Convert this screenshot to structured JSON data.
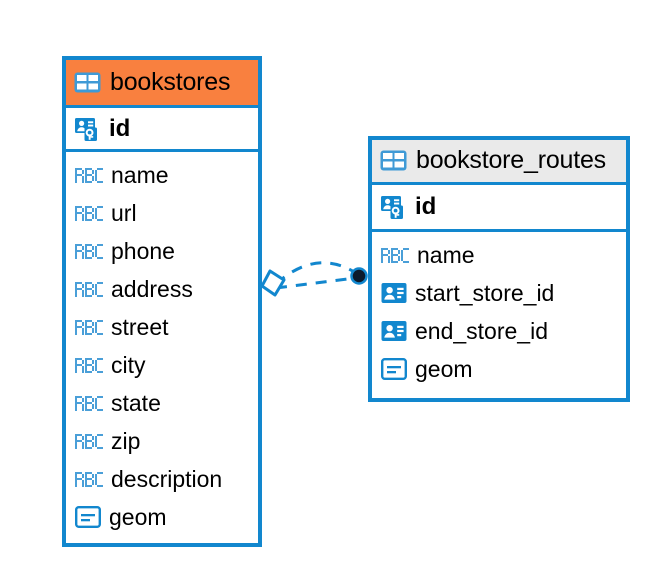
{
  "diagram": {
    "type": "entity-relationship-diagram",
    "background_color": "#ffffff",
    "accent_color": "#1287ce",
    "selected_header_color": "#f9803f",
    "normal_header_color": "#eaeaea"
  },
  "entities": [
    {
      "name": "bookstores",
      "selected": true,
      "header_icon": "table-icon",
      "primary_key": {
        "label": "id",
        "icon": "primary-key-icon"
      },
      "fields": [
        {
          "label": "name",
          "icon": "abc-text-icon"
        },
        {
          "label": "url",
          "icon": "abc-text-icon"
        },
        {
          "label": "phone",
          "icon": "abc-text-icon"
        },
        {
          "label": "address",
          "icon": "abc-text-icon"
        },
        {
          "label": "street",
          "icon": "abc-text-icon"
        },
        {
          "label": "city",
          "icon": "abc-text-icon"
        },
        {
          "label": "state",
          "icon": "abc-text-icon"
        },
        {
          "label": "zip",
          "icon": "abc-text-icon"
        },
        {
          "label": "description",
          "icon": "abc-text-icon"
        },
        {
          "label": "geom",
          "icon": "geometry-icon"
        }
      ]
    },
    {
      "name": "bookstore_routes",
      "selected": false,
      "header_icon": "table-icon",
      "primary_key": {
        "label": "id",
        "icon": "primary-key-icon"
      },
      "fields": [
        {
          "label": "name",
          "icon": "abc-text-icon"
        },
        {
          "label": "start_store_id",
          "icon": "foreign-key-icon"
        },
        {
          "label": "end_store_id",
          "icon": "foreign-key-icon"
        },
        {
          "label": "geom",
          "icon": "geometry-icon"
        }
      ]
    }
  ],
  "relationships": [
    {
      "from_entity": "bookstores",
      "to_entity": "bookstore_routes",
      "style": "dashed",
      "color": "#1287ce",
      "source_marker": "diamond-handle",
      "target_marker": "filled-circle",
      "line_count": 2
    }
  ]
}
